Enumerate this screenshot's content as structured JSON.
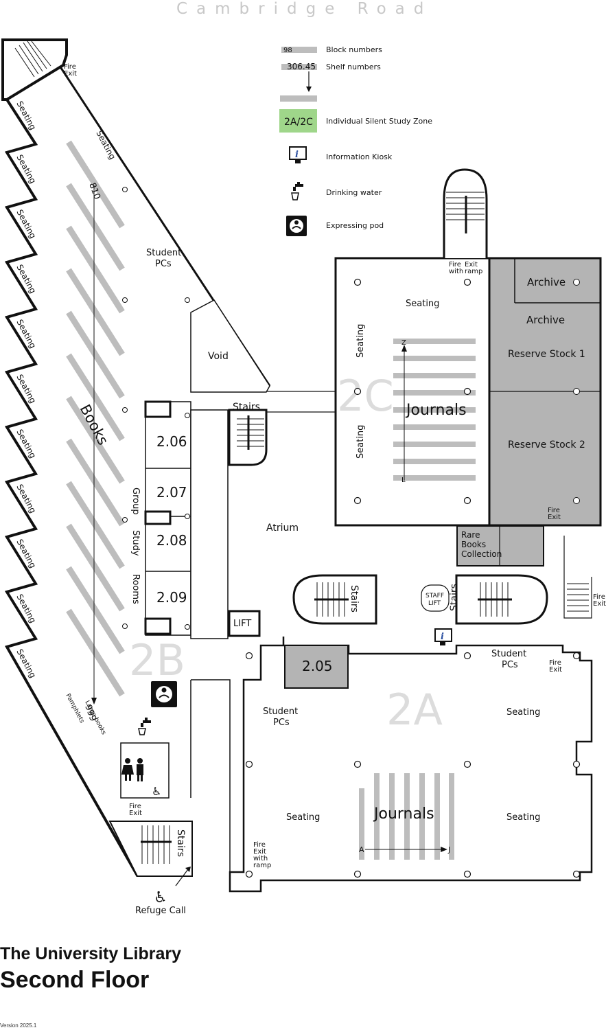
{
  "road": "Cambridge Road",
  "legend": {
    "block_sample": "98",
    "block_label": "Block numbers",
    "shelf_sample": "306.45",
    "shelf_label": "Shelf numbers",
    "zone_sample": "2A/2C",
    "zone_label": "Individual Silent Study Zone",
    "zone_color": "#9fd68a",
    "kiosk_label": "Information Kiosk",
    "kiosk_icon": "information-kiosk-icon",
    "water_label": "Drinking water",
    "water_icon": "drinking-water-icon",
    "pod_label": "Expressing pod",
    "pod_icon": "expressing-pod-icon"
  },
  "zones": {
    "z2a": "2A",
    "z2b": "2B",
    "z2c": "2C"
  },
  "colors": {
    "wall": "#111111",
    "shelf": "#bdbdbd",
    "room_gray": "#b4b4b4",
    "zone_text": "#dcdcdc"
  },
  "labels": {
    "fire_exit": "Fire Exit",
    "fire_exit_ramp": "Fire Exit with ramp",
    "fire_exit_w1": "Fire",
    "fire_exit_w2": "Exit",
    "fire_ramp_w1": "Fire",
    "fire_ramp_w2": "Exit",
    "fire_ramp_w3": "with",
    "fire_ramp_w4": "ramp",
    "seating": "Seating",
    "student_pcs_1": "Student",
    "student_pcs_2": "PCs",
    "void": "Void",
    "stairs": "Stairs",
    "lift": "LIFT",
    "staff_lift_1": "STAFF",
    "staff_lift_2": "LIFT",
    "atrium": "Atrium",
    "books": "Books",
    "block_top": "810",
    "block_bottom": "999",
    "pamphlets": "Pamphlets",
    "large_books": "Large books",
    "journals": "Journals",
    "journals_az_start": "Z",
    "journals_az_end": "L",
    "journals_aj_start": "A",
    "journals_aj_end": "J",
    "archive": "Archive",
    "reserve1": "Reserve Stock 1",
    "reserve2": "Reserve Stock 2",
    "rare1": "Rare",
    "rare2": "Books",
    "rare3": "Collection",
    "room_206": "2.06",
    "room_207": "2.07",
    "room_208": "2.08",
    "room_209": "2.09",
    "room_205": "2.05",
    "group": "Group",
    "study": "Study",
    "rooms": "Rooms",
    "refuge_call": "Refuge Call"
  },
  "footer": {
    "library": "The University Library",
    "floor": "Second Floor",
    "version": "Version 2025.1"
  }
}
